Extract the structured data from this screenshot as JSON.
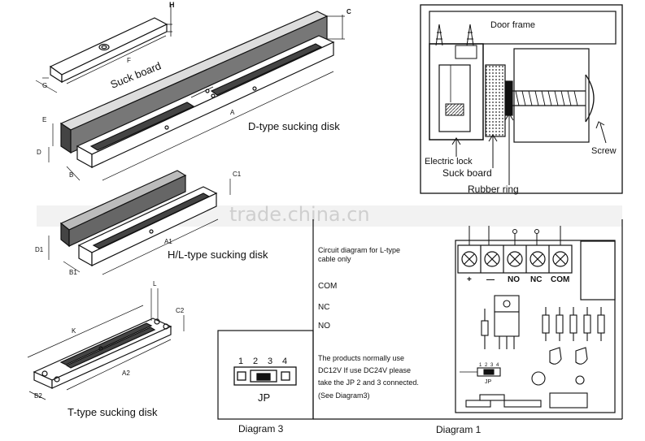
{
  "labels": {
    "suck_board": "Suck board",
    "d_type": "D-type sucking disk",
    "hl_type": "H/L-type sucking disk",
    "t_type": "T-type sucking disk",
    "door_frame": "Door frame",
    "electric_lock": "Electric lock",
    "suck_board2": "Suck board",
    "rubber_ring": "Rubber ring",
    "screw": "Screw",
    "watermark": "trade.china.cn",
    "diagram3": "Diagram 3",
    "diagram1": "Diagram 1"
  },
  "dims": {
    "H": "H",
    "C": "C",
    "F": "F",
    "G": "G",
    "E": "E",
    "D": "D",
    "B": "B",
    "A": "A",
    "C1": "C1",
    "D1": "D1",
    "B1": "B1",
    "A1": "A1",
    "L": "L",
    "C2": "C2",
    "K": "K",
    "B2": "B2",
    "A2": "A2"
  },
  "circuit": {
    "title_line1": "Circuit diagram for L-type",
    "title_line2": "cable only",
    "com": "COM",
    "nc": "NC",
    "no": "NO",
    "note": [
      "The products normally use",
      "DC12V  If use DC24V please",
      "take the JP 2 and 3 connected.",
      "(See Diagram3)"
    ],
    "terminals": [
      "+",
      "—",
      "NO",
      "NC",
      "COM"
    ],
    "jp_nums": [
      "1",
      "2",
      "3",
      "4"
    ],
    "jp_label": "JP",
    "jp_small_nums": [
      "1",
      "2",
      "3",
      "4"
    ],
    "jp_small_label": "JP"
  }
}
